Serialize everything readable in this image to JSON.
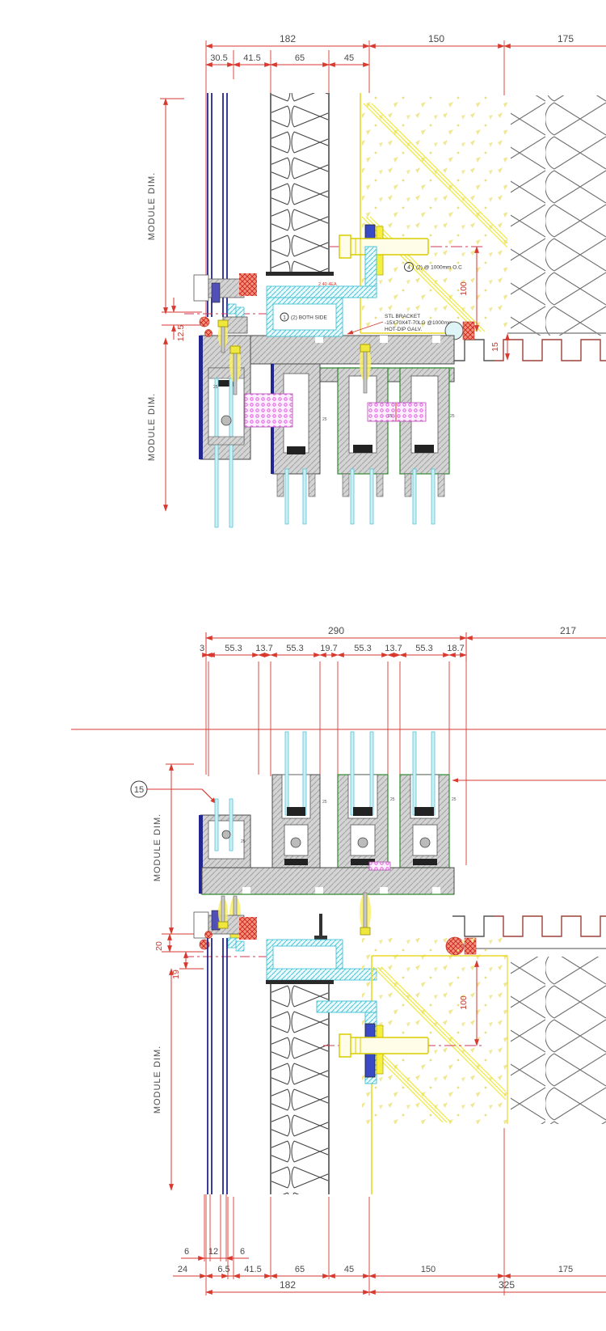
{
  "top": {
    "r1": [
      "182",
      "150",
      "175"
    ],
    "r2": [
      "30.5",
      "41.5",
      "65",
      "45"
    ],
    "module_upper": "MODULE DIM.",
    "module_lower": "MODULE DIM.",
    "d125": "12.5",
    "d100": "100",
    "d15": "15",
    "note4_num": "4",
    "note4": "(2) @ 1000mm O.C",
    "note1_num": "1",
    "note1": "(2) BOTH SIDE",
    "brk1": "STL BRACKET",
    "brk2": "-15X70X4T-70LG @1000mm",
    "brk3": "HOT-DIP GALV.",
    "small_note": "2 40 4EA"
  },
  "bottom": {
    "r1": [
      "290",
      "217"
    ],
    "r2": [
      "3",
      "55.3",
      "13.7",
      "55.3",
      "19.7",
      "55.3",
      "13.7",
      "55.3",
      "18.7"
    ],
    "callout": "15",
    "module_upper": "MODULE DIM.",
    "module_lower": "MODULE DIM.",
    "d20": "20",
    "d19": "19",
    "d100": "100",
    "glass": [
      "6",
      "12",
      "6"
    ],
    "br": [
      "24",
      "6.5",
      "41.5",
      "65",
      "45",
      "150",
      "175"
    ],
    "overall": [
      "182",
      "325"
    ]
  },
  "shared": {
    "micro25": "25"
  },
  "colors": {
    "dim_red": "#d83a30",
    "side_dim_red": "#c23b2f",
    "text_dark": "#4a4a4a",
    "glass_navy": "#23268f",
    "glass_cyan": "#cfeef4",
    "seal_cyan": "#4cc4d6",
    "bolt_yellow": "#f0e73c",
    "insul_magenta": "#e358e3",
    "gasket_red": "#cc2418",
    "alu_gray": "#d4d4d4",
    "deck_darkred": "#9e4038",
    "centerline_pink": "#cc3a55",
    "concrete_speck_yellow": "#efe792"
  }
}
